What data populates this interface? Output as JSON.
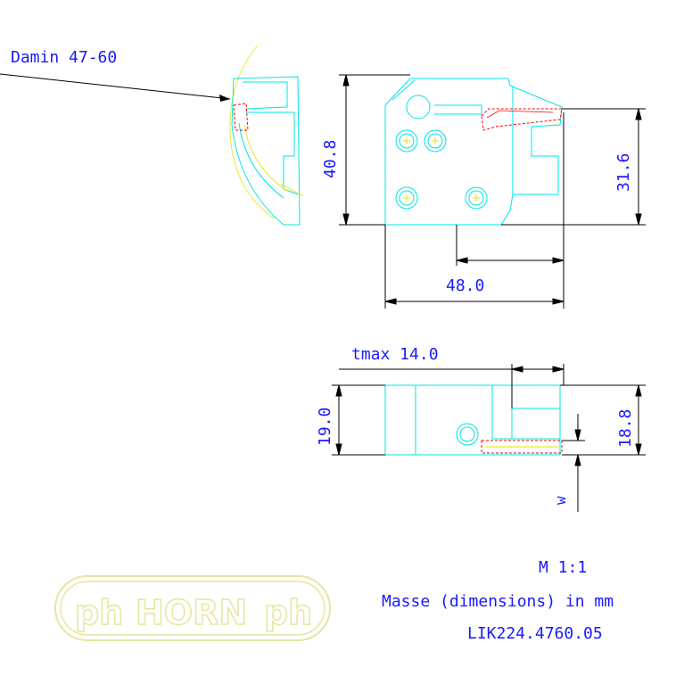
{
  "colors": {
    "background": "#ffffff",
    "part_outline": "#00e5e5",
    "dimension_lines": "#000000",
    "dimension_text": "#1a1aff",
    "hidden_red": "#ff0000",
    "hatch_yellow": "#e5e500",
    "logo": "#e6e6a0"
  },
  "callout": {
    "label": "Damin 47-60"
  },
  "front_view": {
    "dim_height": "40.8",
    "dim_right_height": "31.6",
    "dim_width": "48.0"
  },
  "bottom_view": {
    "dim_tmax": "tmax 14.0",
    "dim_left_height": "19.0",
    "dim_right_height": "18.8",
    "dim_w": "w"
  },
  "title_block": {
    "scale": "M 1:1",
    "units": "Masse (dimensions) in mm",
    "part_number": "LIK224.4760.05"
  },
  "logo": {
    "brand": "HORN",
    "left_mark": "ph",
    "right_mark": "ph"
  }
}
